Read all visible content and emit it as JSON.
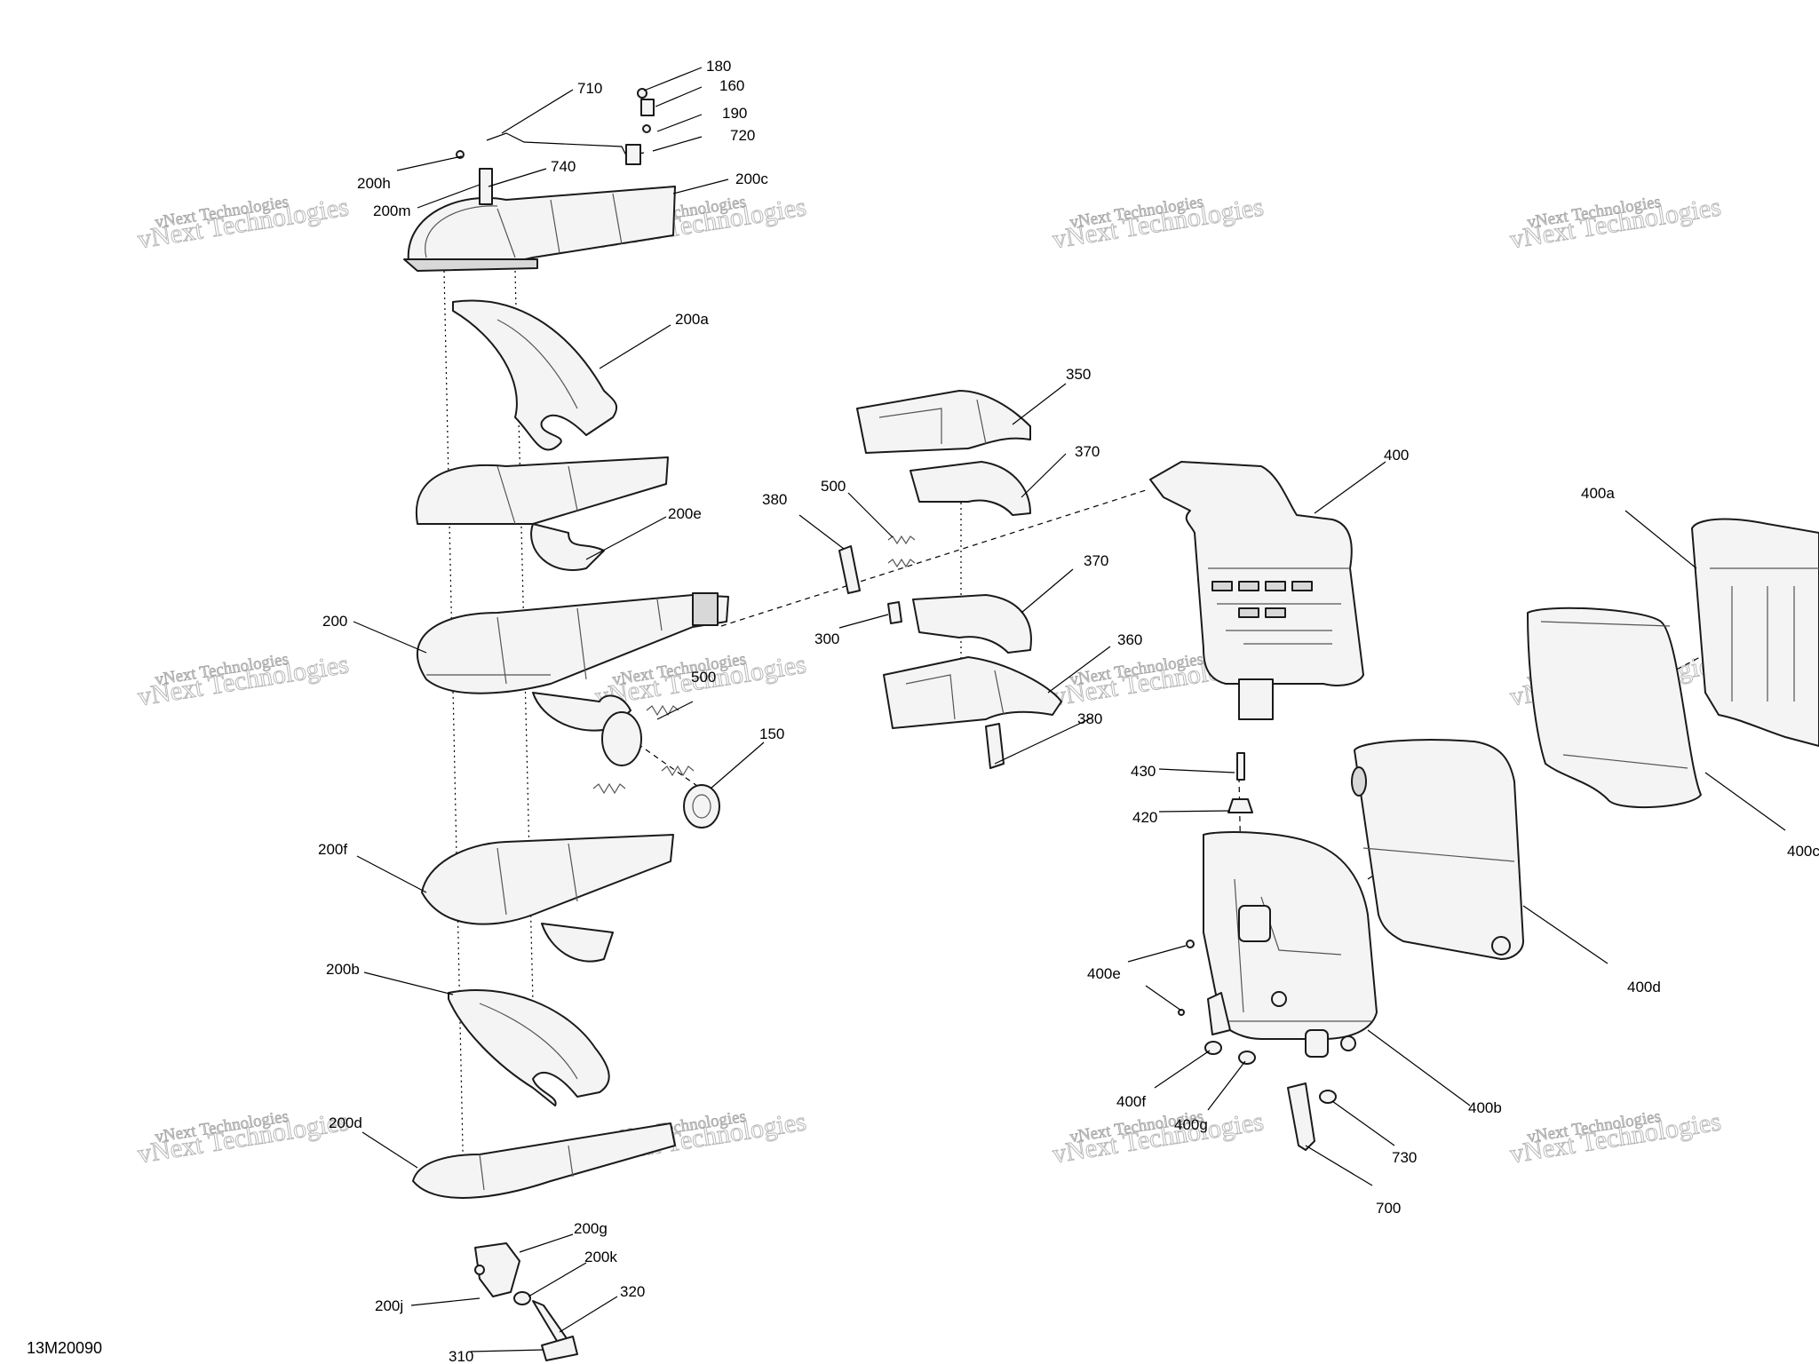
{
  "diagram_code": "13M20090",
  "watermark": {
    "line1": "vNext Technologies",
    "line2": "vNext Technologies"
  },
  "callouts": {
    "c180": "180",
    "c160": "160",
    "c190": "190",
    "c720": "720",
    "c710": "710",
    "c740": "740",
    "c200h": "200h",
    "c200m": "200m",
    "c200c": "200c",
    "c200a": "200a",
    "c200e": "200e",
    "c200": "200",
    "c500a": "500",
    "c500b": "500",
    "c150": "150",
    "c380a": "380",
    "c380b": "380",
    "c300": "300",
    "c350": "350",
    "c370a": "370",
    "c370b": "370",
    "c360": "360",
    "c400": "400",
    "c400a": "400a",
    "c400c": "400c",
    "c400d": "400d",
    "c400b": "400b",
    "c400e": "400e",
    "c400f": "400f",
    "c400g": "400g",
    "c430": "430",
    "c420": "420",
    "c730": "730",
    "c700": "700",
    "c200f": "200f",
    "c200b": "200b",
    "c200d": "200d",
    "c200g": "200g",
    "c200k": "200k",
    "c200j": "200j",
    "c320": "320",
    "c310": "310"
  }
}
